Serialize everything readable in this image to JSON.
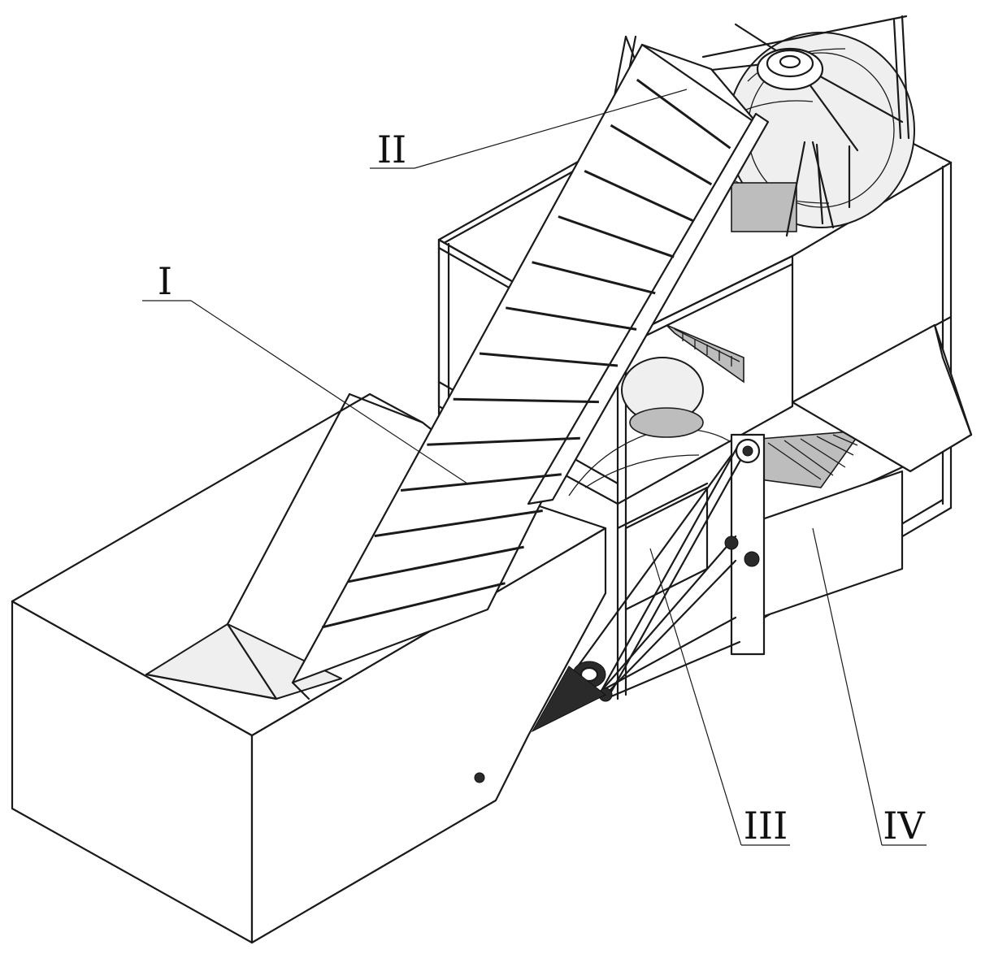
{
  "labels": {
    "part_1": "I",
    "part_2": "II",
    "part_3": "III",
    "part_4": "IV"
  }
}
